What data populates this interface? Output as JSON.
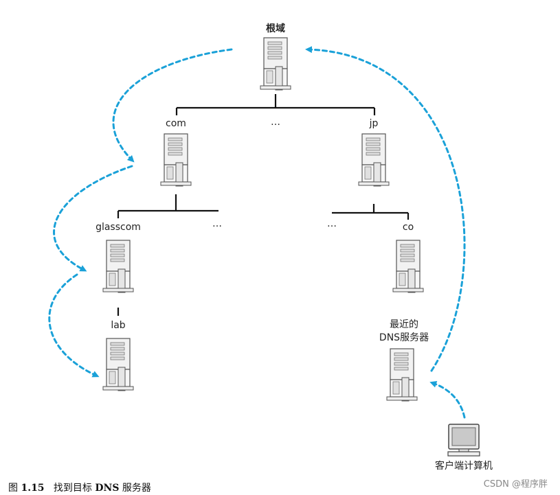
{
  "diagram": {
    "nodes": {
      "root": "根域",
      "com": "com",
      "jp": "jp",
      "glasscom": "glasscom",
      "co": "co",
      "lab": "lab",
      "nearest_dns_line1": "最近的",
      "nearest_dns_line2": "DNS服务器",
      "client": "客户端计算机",
      "ellipsis_top": "…",
      "ellipsis_com": "…",
      "ellipsis_jp": "…"
    },
    "colors": {
      "arrow": "#1aa1d8",
      "tree_line": "#111111",
      "server_body": "#f2f2f2",
      "server_outline": "#555555"
    }
  },
  "caption": {
    "fig_prefix": "图",
    "fig_number": "1.15",
    "text_before": "找到目标",
    "text_bold": "DNS",
    "text_after": "服务器"
  },
  "watermark": "CSDN @程序胖"
}
